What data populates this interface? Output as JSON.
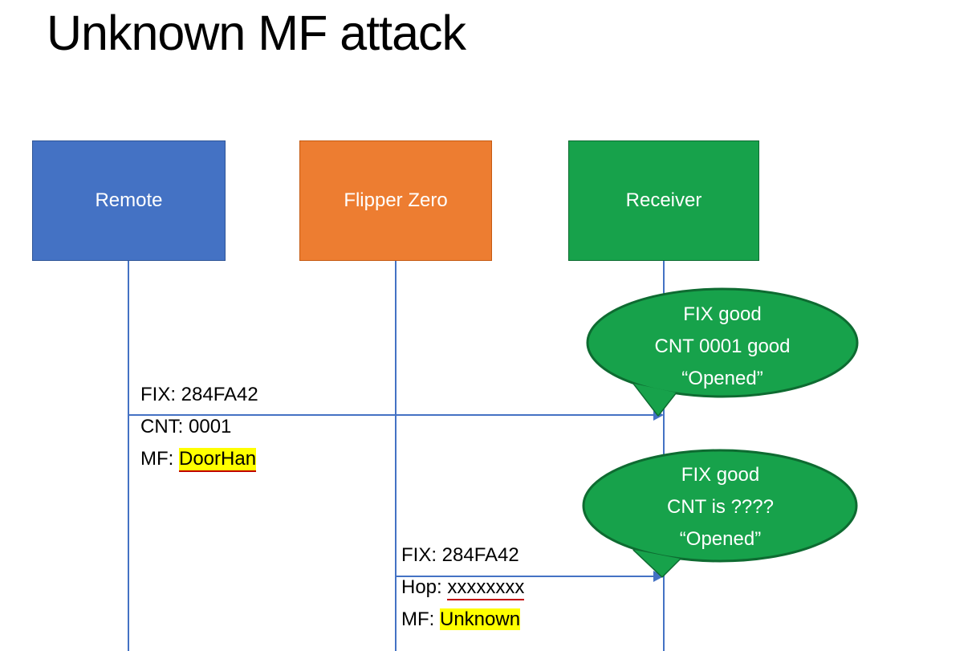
{
  "title": "Unknown MF attack",
  "actors": {
    "remote": "Remote",
    "flipper": "Flipper Zero",
    "receiver": "Receiver"
  },
  "message1": {
    "fix": "FIX: 284FA42",
    "cnt": "CNT: 0001",
    "mf_label": "MF: ",
    "mf_value": "DoorHan"
  },
  "message2": {
    "fix": "FIX: 284FA42",
    "hop_label": "Hop: ",
    "hop_value": "xxxxxxxx",
    "mf_label": "MF: ",
    "mf_value": "Unknown"
  },
  "bubble1": {
    "line1": "FIX good",
    "line2": "CNT 0001 good",
    "line3": "“Opened”"
  },
  "bubble2": {
    "line1": "FIX good",
    "line2": "CNT is ????",
    "line3": "“Opened”"
  },
  "colors": {
    "remote_fill": "#4472C4",
    "remote_border": "#2F5597",
    "flipper_fill": "#ED7D31",
    "flipper_border": "#C55A11",
    "receiver_fill": "#17A24B",
    "receiver_border": "#0E6B31",
    "connector": "#4472C4",
    "highlight": "#FFFF00",
    "underline": "#C00000",
    "bubble_text": "#FFFFFF"
  }
}
